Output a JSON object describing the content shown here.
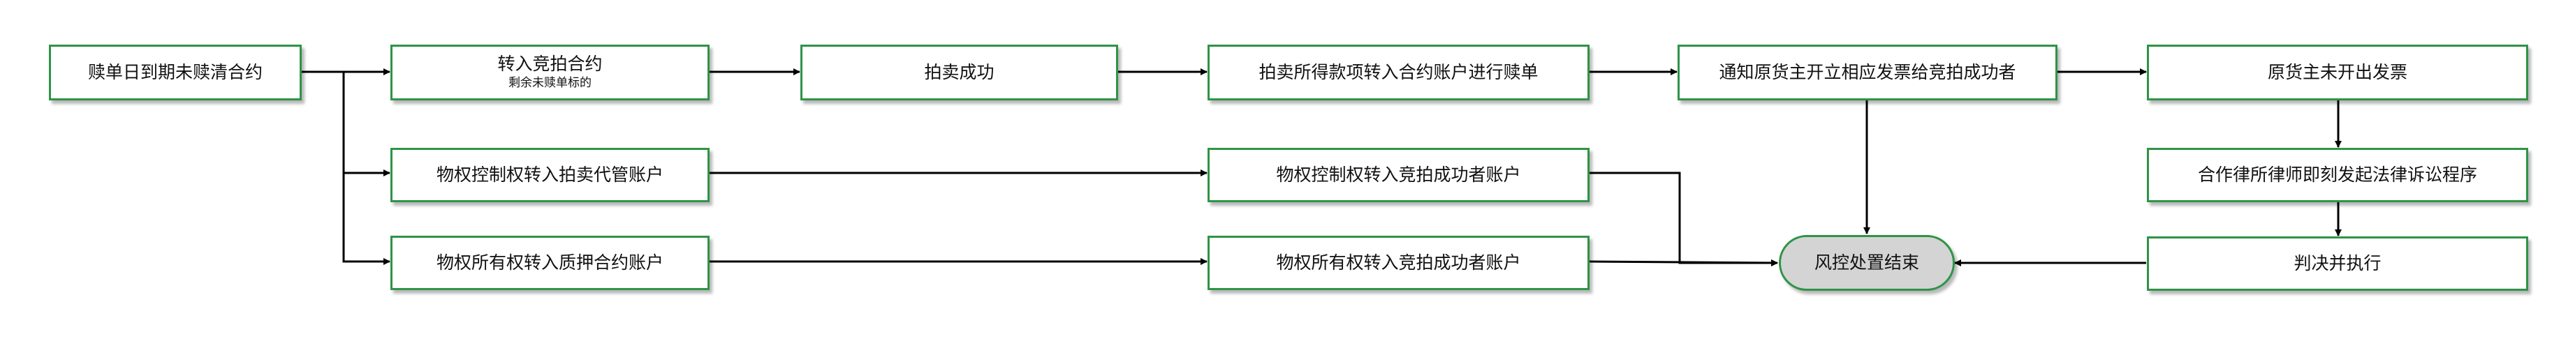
{
  "nodes": {
    "start": {
      "label": "赎单日到期未赎清合约"
    },
    "transfer_auction": {
      "label": "转入竞拍合约",
      "sublabel": "剩余未赎单标的"
    },
    "auction_success": {
      "label": "拍卖成功"
    },
    "proceeds_redeem": {
      "label": "拍卖所得款项转入合约账户进行赎单"
    },
    "notify_invoice": {
      "label": "通知原货主开立相应发票给竞拍成功者"
    },
    "no_invoice": {
      "label": "原货主未开出发票"
    },
    "control_custody": {
      "label": "物权控制权转入拍卖代管账户"
    },
    "control_winner": {
      "label": "物权控制权转入竞拍成功者账户"
    },
    "lawsuit": {
      "label": "合作律所律师即刻发起法律诉讼程序"
    },
    "ownership_pledge": {
      "label": "物权所有权转入质押合约账户"
    },
    "ownership_winner": {
      "label": "物权所有权转入竞拍成功者账户"
    },
    "end": {
      "label": "风控处置结束"
    },
    "judgment": {
      "label": "判决并执行"
    }
  },
  "colors": {
    "node_border": "#2e9446",
    "terminal_fill": "#d4d4d4",
    "edge": "#000000"
  }
}
